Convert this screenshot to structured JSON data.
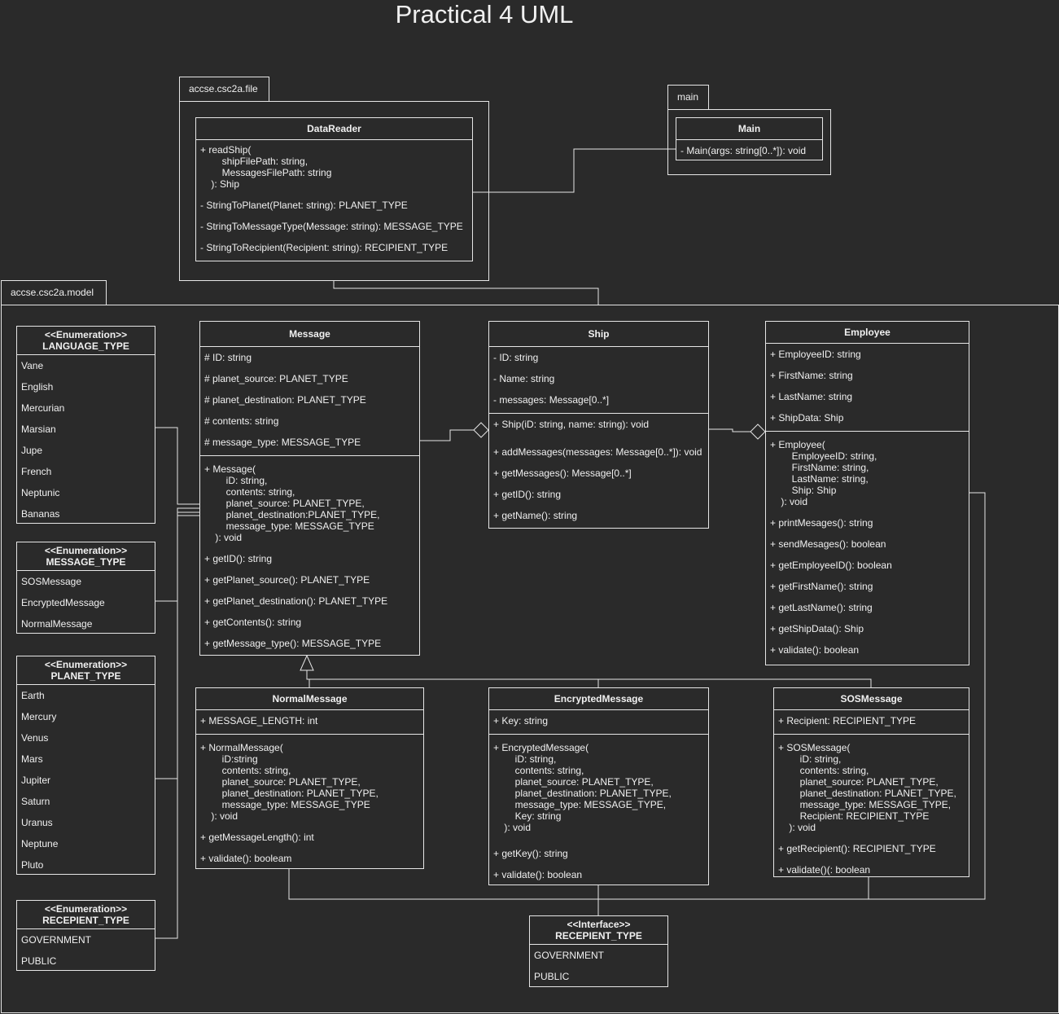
{
  "title": "Practical 4 UML",
  "packages": {
    "file": "accse.csc2a.file",
    "main": "main",
    "model": "accse.csc2a.model"
  },
  "classes": {
    "datareader": {
      "name": "DataReader",
      "members": [
        "+ readShip(\n        shipFilePath: string,\n        MessagesFilePath: string\n    ): Ship",
        "- StringToPlanet(Planet: string): PLANET_TYPE",
        "- StringToMessageType(Message: string): MESSAGE_TYPE",
        "- StringToRecipient(Recipient: string): RECIPIENT_TYPE"
      ]
    },
    "main": {
      "name": "Main",
      "members": [
        "- Main(args: string[0..*]): void"
      ]
    },
    "message": {
      "name": "Message",
      "attributes": [
        "# ID: string",
        "# planet_source: PLANET_TYPE",
        "# planet_destination: PLANET_TYPE",
        "# contents: string",
        "# message_type: MESSAGE_TYPE"
      ],
      "methods": [
        "+ Message(\n        iD: string,\n        contents: string,\n        planet_source: PLANET_TYPE,\n        planet_destination:PLANET_TYPE,\n        message_type: MESSAGE_TYPE\n    ): void",
        "+ getID(): string",
        "+ getPlanet_source(): PLANET_TYPE",
        "+ getPlanet_destination(): PLANET_TYPE",
        "+ getContents(): string",
        "+ getMessage_type(): MESSAGE_TYPE"
      ]
    },
    "ship": {
      "name": "Ship",
      "attributes": [
        "- ID: string",
        "- Name: string",
        "- messages: Message[0..*]"
      ],
      "methods": [
        "+ Ship(iD: string, name: string): void",
        "+ addMessages(messages: Message[0..*]): void",
        "+ getMessages(): Message[0..*]",
        "+ getID(): string",
        "+ getName(): string"
      ]
    },
    "employee": {
      "name": "Employee",
      "attributes": [
        "+ EmployeeID: string",
        "+ FirstName: string",
        "+ LastName: string",
        "+ ShipData: Ship"
      ],
      "methods": [
        "+ Employee(\n        EmployeeID: string,\n        FirstName: string,\n        LastName: string,\n        Ship: Ship\n    ): void",
        "+ printMesages(): string",
        "+ sendMesages(): boolean",
        "+ getEmployeeID(): boolean",
        "+ getFirstName(): string",
        "+ getLastName(): string",
        "+ getShipData(): Ship",
        "+ validate(): boolean"
      ]
    },
    "normal": {
      "name": "NormalMessage",
      "attributes": [
        "+ MESSAGE_LENGTH: int"
      ],
      "methods": [
        "+ NormalMessage(\n        iD:string\n        contents: string,\n        planet_source: PLANET_TYPE,\n        planet_destination: PLANET_TYPE,\n        message_type: MESSAGE_TYPE\n    ): void",
        "+ getMessageLength(): int",
        "+ validate(): booleam"
      ]
    },
    "encrypted": {
      "name": "EncryptedMessage",
      "attributes": [
        "+ Key: string"
      ],
      "methods": [
        "+ EncryptedMessage(\n        iD: string,\n        contents: string,\n        planet_source: PLANET_TYPE,\n        planet_destination: PLANET_TYPE,\n        message_type: MESSAGE_TYPE,\n        Key: string\n    ): void",
        "+ getKey(): string",
        "+ validate(): boolean"
      ]
    },
    "sos": {
      "name": "SOSMessage",
      "attributes": [
        "+ Recipient: RECIPIENT_TYPE"
      ],
      "methods": [
        "+ SOSMessage(\n        iD: string,\n        contents: string,\n        planet_source: PLANET_TYPE,\n        planet_destination: PLANET_TYPE,\n        message_type: MESSAGE_TYPE,\n        Recipient: RECIPIENT_TYPE\n    ): void",
        "+ getRecipient(): RECIPIENT_TYPE",
        "+ validate()(: boolean"
      ]
    }
  },
  "enums": {
    "language": {
      "stereotype": "<<Enumeration>>",
      "name": "LANGUAGE_TYPE",
      "values": [
        "Vane",
        "English",
        "Mercurian",
        "Marsian",
        "Jupe",
        "French",
        "Neptunic",
        "Bananas"
      ]
    },
    "message_type": {
      "stereotype": "<<Enumeration>>",
      "name": "MESSAGE_TYPE",
      "values": [
        "SOSMessage",
        "EncryptedMessage",
        "NormalMessage"
      ]
    },
    "planet": {
      "stereotype": "<<Enumeration>>",
      "name": "PLANET_TYPE",
      "values": [
        "Earth",
        "Mercury",
        "Venus",
        "Mars",
        "Jupiter",
        "Saturn",
        "Uranus",
        "Neptune",
        "Pluto"
      ]
    },
    "recipient": {
      "stereotype": "<<Enumeration>>",
      "name": "RECEPIENT_TYPE",
      "values": [
        "GOVERNMENT",
        "PUBLIC"
      ]
    },
    "interface": {
      "stereotype": "<<Interface>>",
      "name": "RECEPIENT_TYPE",
      "values": [
        "GOVERNMENT",
        "PUBLIC"
      ]
    }
  }
}
